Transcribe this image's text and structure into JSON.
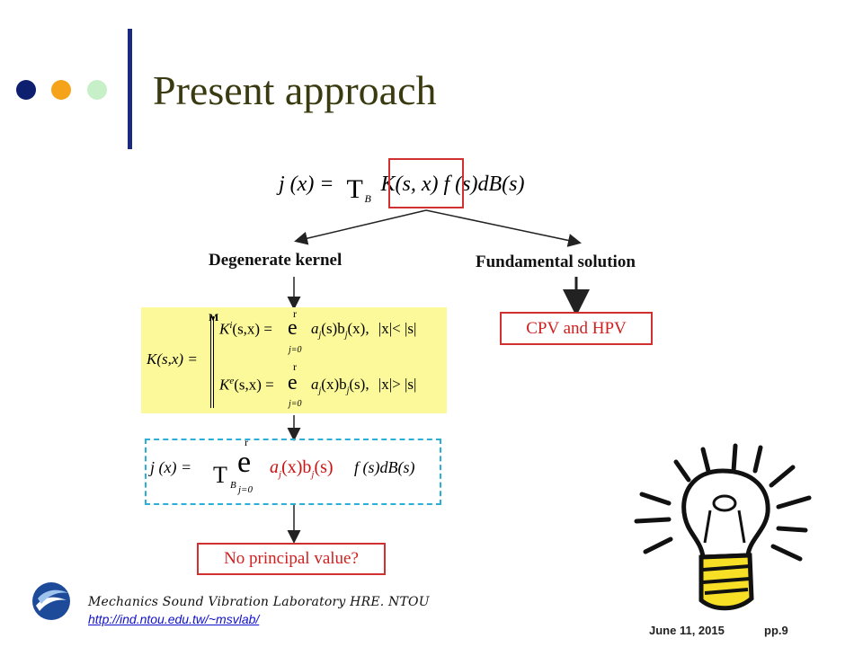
{
  "slide": {
    "title": "Present approach",
    "colors": {
      "dot_navy": "#0d1f6e",
      "dot_orange": "#f5a31a",
      "dot_mint": "#c8f0c8",
      "title_bar": "#1a2a80",
      "highlight_box": "#fcf99a",
      "dashed_box": "#2ab0d8",
      "red_box": "#d03030"
    }
  },
  "main_equation": {
    "lhs": "j (x) =",
    "integral": "T",
    "integral_sub": "B",
    "kernel": "K(s, x)",
    "rest": "f (s)dB(s)"
  },
  "branches": {
    "left_label": "Degenerate kernel",
    "right_label": "Fundamental solution",
    "right_result": "CPV and HPV",
    "left_result": "No principal value?"
  },
  "kernel_expansion": {
    "lhs": "K(s,x) =",
    "brace_top": "M",
    "row1": {
      "kernel": "K",
      "sup": "i",
      "args": "(s,x) =",
      "sum_top": "r",
      "sum": "e",
      "sum_bottom": "j=0",
      "term": "a",
      "term_sub1": "j",
      "term_mid": "(s)b",
      "term_sub2": "j",
      "term_end": "(x),",
      "condition": "|x|< |s|"
    },
    "row2": {
      "kernel": "K",
      "sup": "e",
      "args": "(s,x) =",
      "sum_top": "r",
      "sum": "e",
      "sum_bottom": "j=0",
      "term": "a",
      "term_sub1": "j",
      "term_mid": "(x)b",
      "term_sub2": "j",
      "term_end": "(s),",
      "condition": "|x|> |s|"
    }
  },
  "series_equation": {
    "lhs": "j (x) =",
    "integral": "T",
    "integral_sub": "B",
    "sum_top": "r",
    "sum": "e",
    "sum_bottom": "j=0",
    "term_a": "a",
    "term_a_sub": "j",
    "term_mid": "(x)b",
    "term_b_sub": "j",
    "term_end": "(s)",
    "rest": "f (s)dB(s)"
  },
  "footer": {
    "lab": "Mechanics Sound Vibration Laboratory HRE. NTOU",
    "url": "http://ind.ntou.edu.tw/~msvlab/",
    "date": "June 11, 2015",
    "page": "pp.9"
  }
}
